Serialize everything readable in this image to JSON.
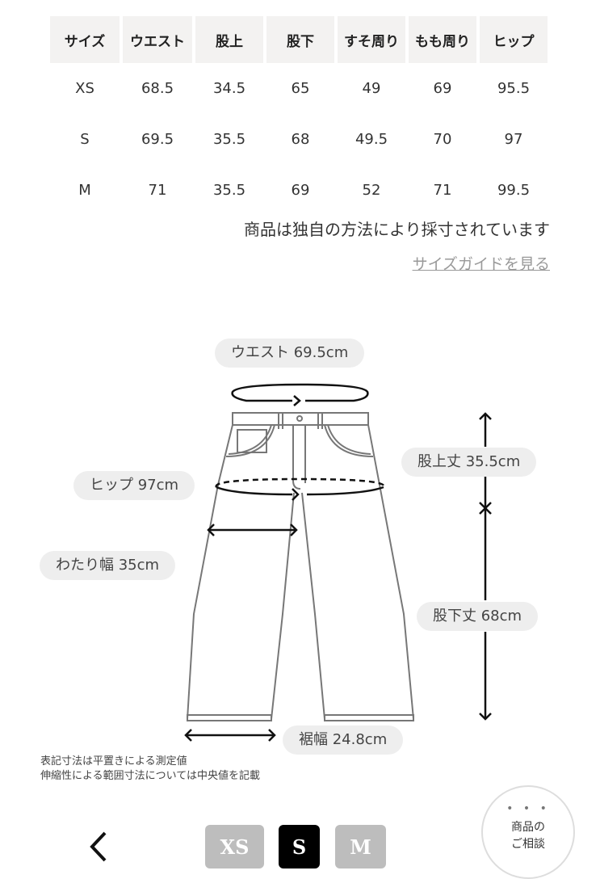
{
  "size_table": {
    "headers": [
      "サイズ",
      "ウエスト",
      "股上",
      "股下",
      "すそ周り",
      "もも周り",
      "ヒップ"
    ],
    "rows": [
      [
        "XS",
        "68.5",
        "34.5",
        "65",
        "49",
        "69",
        "95.5"
      ],
      [
        "S",
        "69.5",
        "35.5",
        "68",
        "49.5",
        "70",
        "97"
      ],
      [
        "M",
        "71",
        "35.5",
        "69",
        "52",
        "71",
        "99.5"
      ]
    ]
  },
  "notes": {
    "measurement_note": "商品は独自の方法により採寸されています",
    "size_guide_link": "サイズガイドを見る"
  },
  "diagram": {
    "waist": "ウエスト 69.5cm",
    "hip": "ヒップ 97cm",
    "thigh": "わたり幅 35cm",
    "rise": "股上丈 35.5cm",
    "inseam": "股下丈 68cm",
    "hem": "裾幅 24.8cm"
  },
  "footnote": {
    "line1": "表記寸法は平置きによる測定値",
    "line2": "伸縮性による範囲寸法については中央値を記載"
  },
  "bottom_bar": {
    "sizes": [
      {
        "label": "XS",
        "selected": false
      },
      {
        "label": "S",
        "selected": true
      },
      {
        "label": "M",
        "selected": false
      }
    ],
    "consult": {
      "dots": "• • •",
      "line1": "商品の",
      "line2": "ご相談"
    }
  },
  "colors": {
    "selected": "#000000",
    "unselected": "#bdbdbd",
    "header_bg": "#f3f2f1",
    "pill_bg": "#eeeeee"
  }
}
